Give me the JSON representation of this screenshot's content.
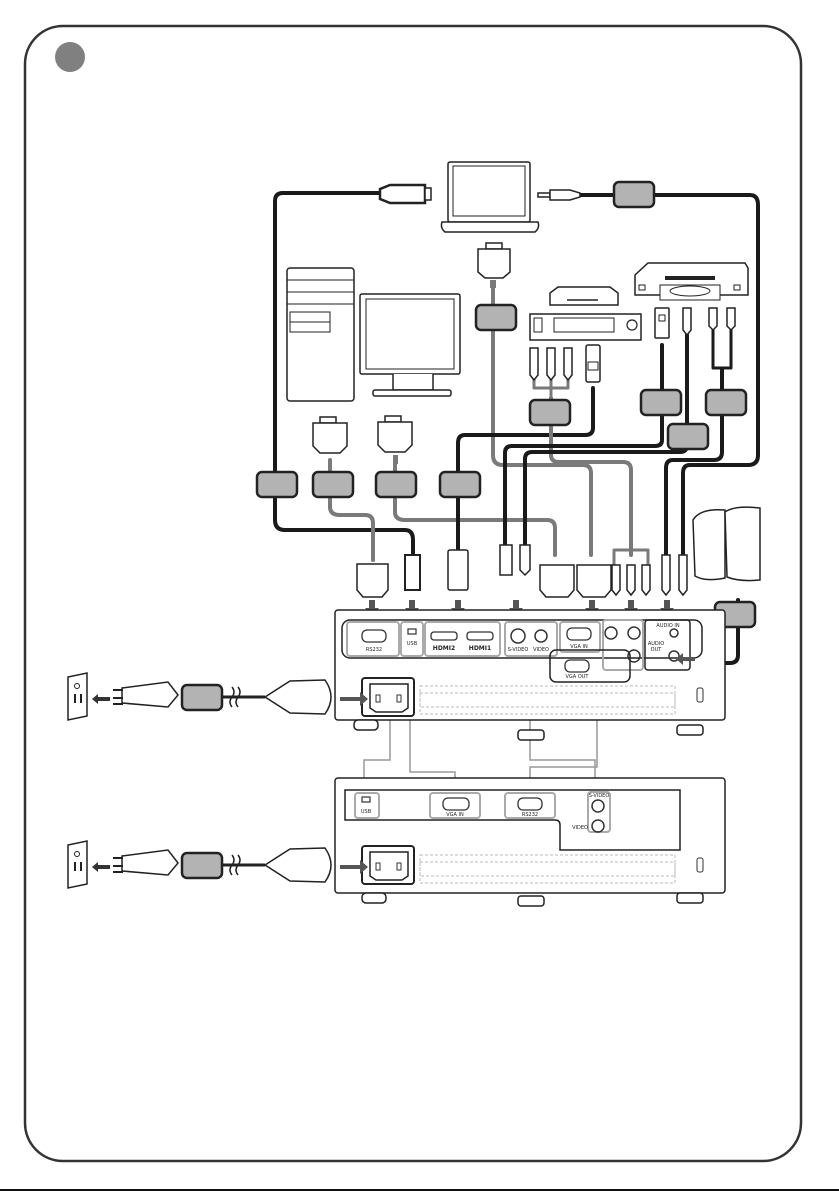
{
  "figure": {
    "step_marker_color": "#808080",
    "label_box_color": "#b3b3b3",
    "cable_colors": {
      "black": "#1a1a1a",
      "gray": "#7a7a7a"
    }
  },
  "devices": {
    "laptop": "laptop",
    "desktop_pc": "desktop-pc",
    "monitor": "monitor",
    "dvd_player": "dvd-player",
    "vcr": "vcr",
    "settop_box": "set-top-box",
    "speakers": "speakers",
    "wall_outlet": "wall-outlet"
  },
  "projector_main": {
    "ports": {
      "rs232": "RS232",
      "usb": "USB",
      "hdmi2": "HDMI2",
      "hdmi1": "HDMI1",
      "svideo": "S-VIDEO",
      "video": "VIDEO",
      "vga_in": "VGA IN",
      "vga_out": "VGA OUT",
      "audio_in": "AUDIO IN",
      "audio_out_line1": "AUDIO",
      "audio_out_line2": "OUT"
    }
  },
  "projector_alt": {
    "ports": {
      "usb": "USB",
      "vga_in": "VGA IN",
      "rs232": "RS232",
      "svideo": "S-VIDEO",
      "video": "VIDEO"
    }
  }
}
